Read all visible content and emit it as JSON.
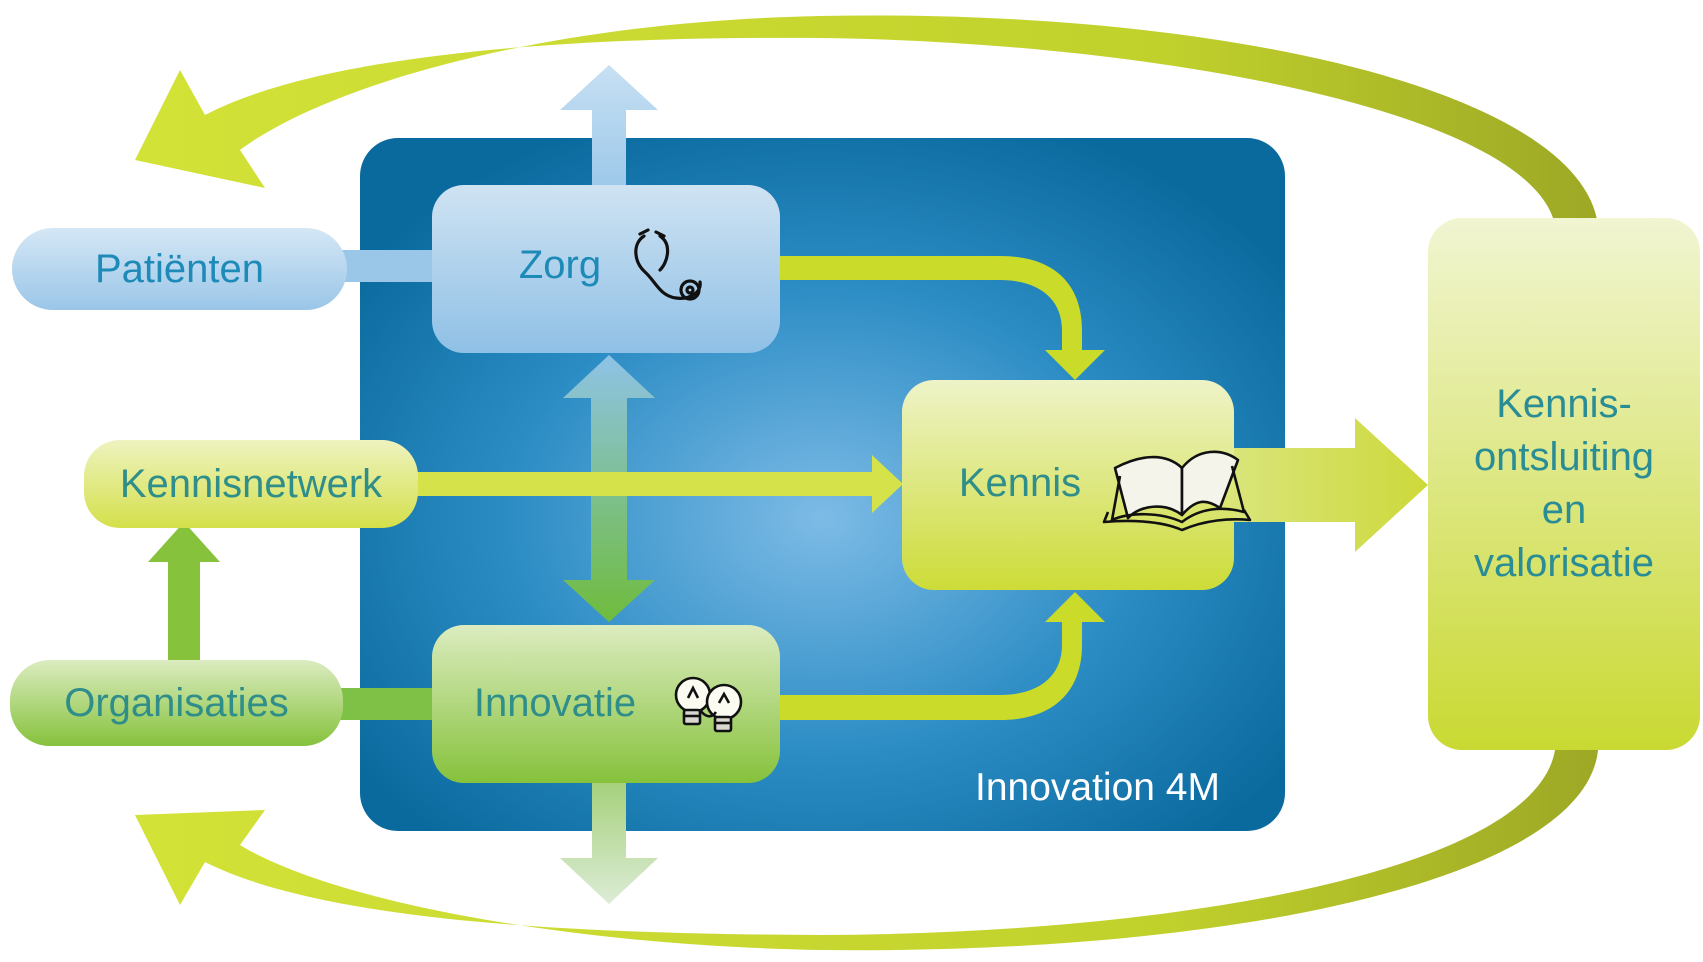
{
  "container": {
    "label": "Innovation 4M"
  },
  "nodes": {
    "patienten": {
      "label": "Patiënten"
    },
    "zorg": {
      "label": "Zorg",
      "icon": "stethoscope-icon"
    },
    "kennisnetwerk": {
      "label": "Kennisnetwerk"
    },
    "kennis": {
      "label": "Kennis",
      "icon": "book-icon"
    },
    "organisaties": {
      "label": "Organisaties"
    },
    "innovatie": {
      "label": "Innovatie",
      "icon": "lightbulbs-icon"
    },
    "ontsluiting": {
      "lines": [
        "Kennis-",
        "ontsluiting",
        "en",
        "valorisatie"
      ]
    }
  },
  "colors": {
    "container_dark": "#0a6a9e",
    "container_light": "#6fb4e0",
    "blue_box": "#a5cdea",
    "green_box": "#8cc63f",
    "yellow_box": "#d4e04a",
    "arrow_yellow": "#c8d92a",
    "arrow_green": "#7bbd3a",
    "arrow_blue": "#8ec3e6",
    "label_blue": "#1d8ab8",
    "label_teal": "#2f8e8a"
  }
}
